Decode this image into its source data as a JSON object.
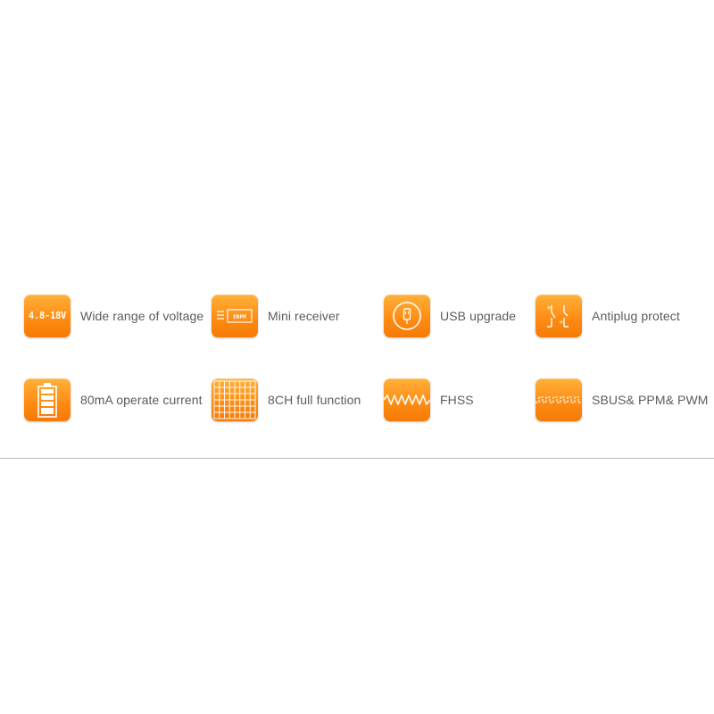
{
  "features": [
    {
      "label": "Wide range of voltage",
      "icon": "voltage-range-icon",
      "icon_text": "4.8-18V"
    },
    {
      "label": "Mini receiver",
      "icon": "receiver-board-icon",
      "icon_text": "ERPM"
    },
    {
      "label": "USB upgrade",
      "icon": "usb-plug-icon"
    },
    {
      "label": "Antiplug protect",
      "icon": "polarity-switch-icon"
    },
    {
      "label": "80mA operate current",
      "icon": "battery-icon"
    },
    {
      "label": "8CH full function",
      "icon": "channel-grid-icon"
    },
    {
      "label": "FHSS",
      "icon": "frequency-wave-icon"
    },
    {
      "label": "SBUS& PPM& PWM",
      "icon": "signal-pulse-icon"
    }
  ],
  "colors": {
    "icon_orange_top": "#ffb13a",
    "icon_orange_bottom": "#f57a06",
    "label_text": "#5c5c5c",
    "divider": "#b9b9b9",
    "background": "#ffffff"
  }
}
